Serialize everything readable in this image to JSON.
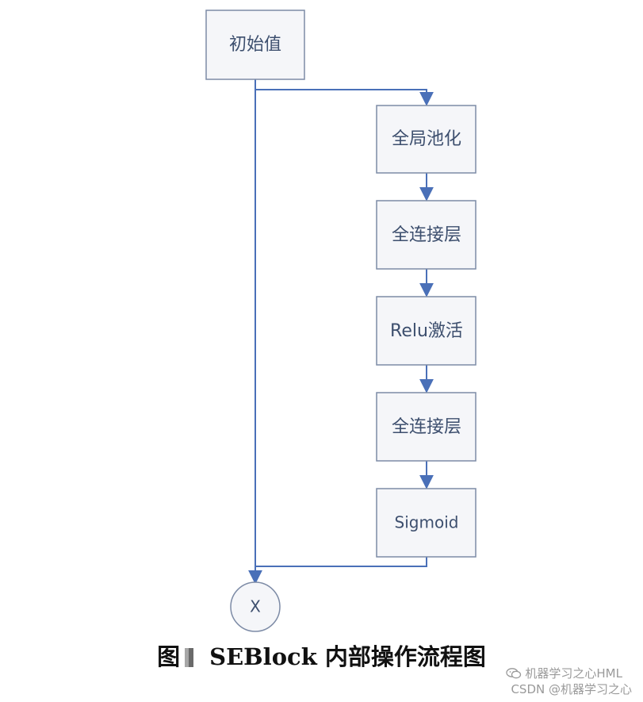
{
  "diagram": {
    "nodes": {
      "initial": "初始值",
      "global_pool": "全局池化",
      "fc1": "全连接层",
      "relu": "Relu激活",
      "fc2": "全连接层",
      "sigmoid": "Sigmoid",
      "multiply": "X"
    }
  },
  "caption": {
    "prefix": "图",
    "text": "SEBlock 内部操作流程图"
  },
  "watermark": {
    "line1": "机器学习之心HML",
    "line2": "CSDN @机器学习之心"
  },
  "colors": {
    "box_fill": "#f5f6f9",
    "box_stroke": "#7d8ba6",
    "arrow": "#4a70b8",
    "text": "#3d4f6e"
  }
}
